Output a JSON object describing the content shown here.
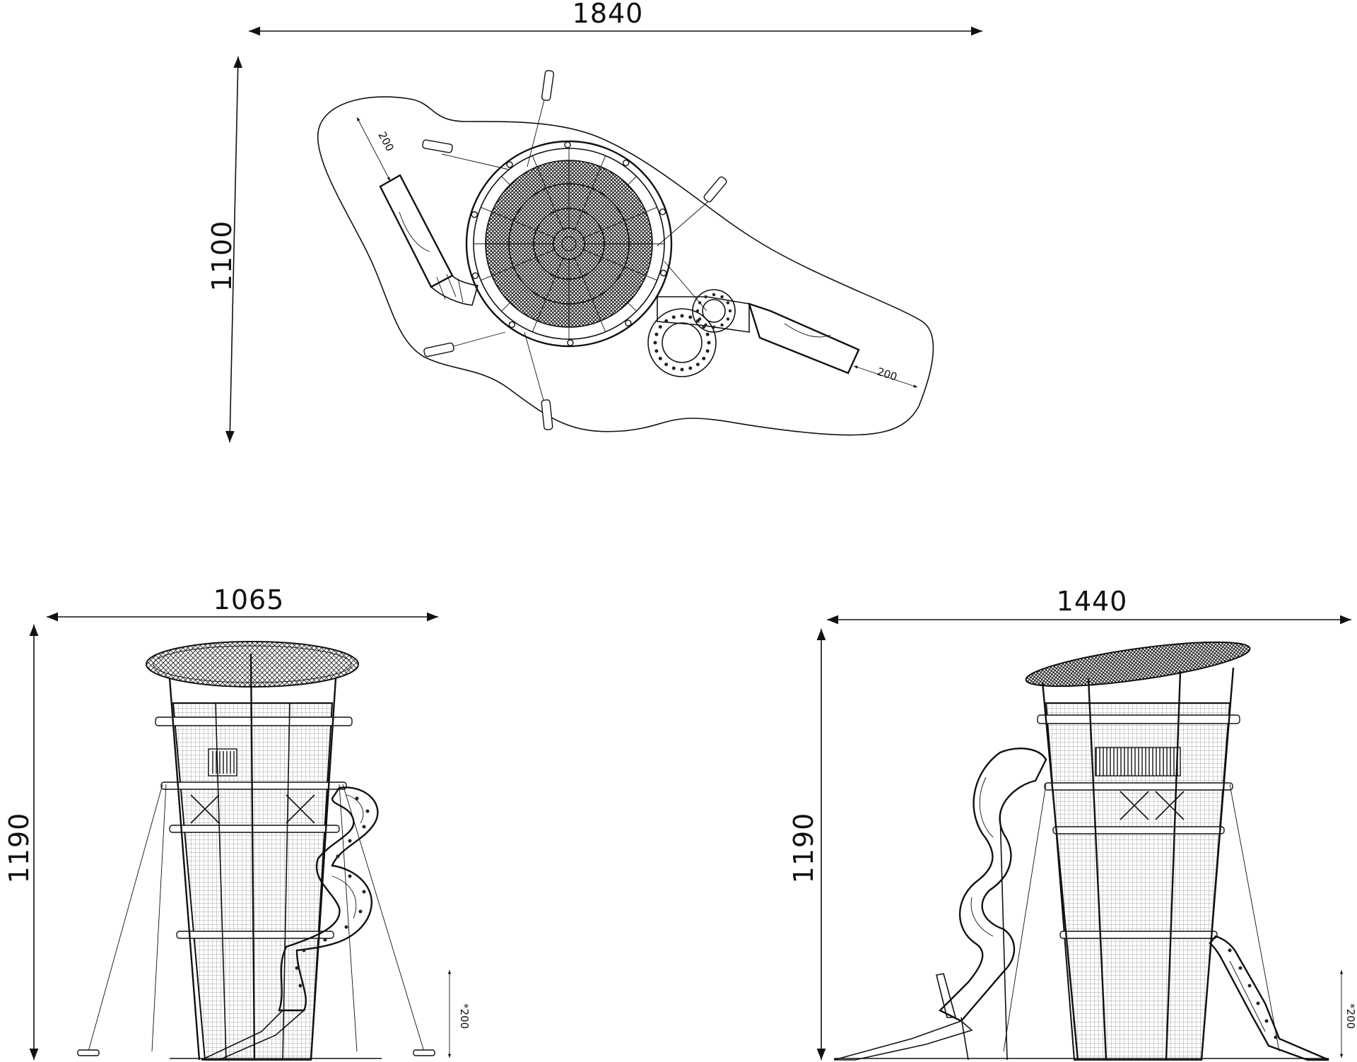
{
  "plan_view": {
    "dim_width": "1840",
    "dim_height": "1100",
    "clearance_left": "200",
    "clearance_right": "200"
  },
  "front_view": {
    "dim_width": "1065",
    "dim_height": "1190",
    "fall_height": "*200"
  },
  "side_view": {
    "dim_width": "1440",
    "dim_height": "1190",
    "fall_height": "*200"
  },
  "colors": {
    "line": "#111111",
    "background": "#ffffff"
  }
}
